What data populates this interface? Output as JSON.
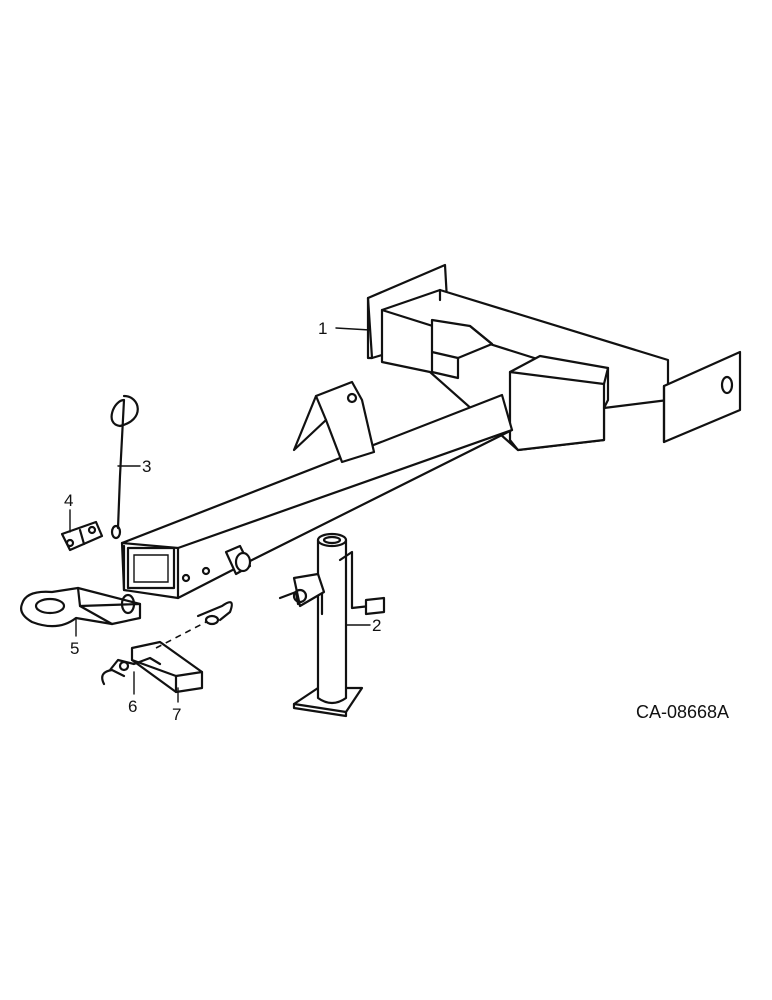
{
  "diagram": {
    "figure_code": "CA-08668A",
    "callouts": [
      {
        "id": "1",
        "text": "1"
      },
      {
        "id": "2",
        "text": "2"
      },
      {
        "id": "3",
        "text": "3"
      },
      {
        "id": "4",
        "text": "4"
      },
      {
        "id": "5",
        "text": "5"
      },
      {
        "id": "6",
        "text": "6"
      },
      {
        "id": "7",
        "text": "7"
      }
    ]
  }
}
